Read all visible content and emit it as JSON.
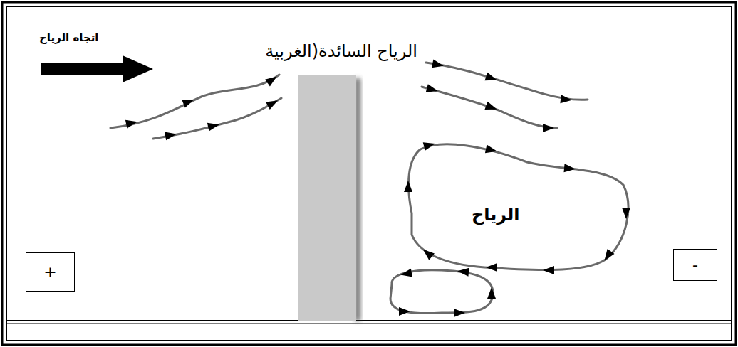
{
  "diagram": {
    "nodes": [
      {
        "text": [
          "+"
        ]
      },
      {
        "text": [
          "-"
        ]
      }
    ],
    "labels": [
      "اتجاه الرياح",
      "الرياح السائدة(الغربية",
      "الرياح"
    ]
  }
}
